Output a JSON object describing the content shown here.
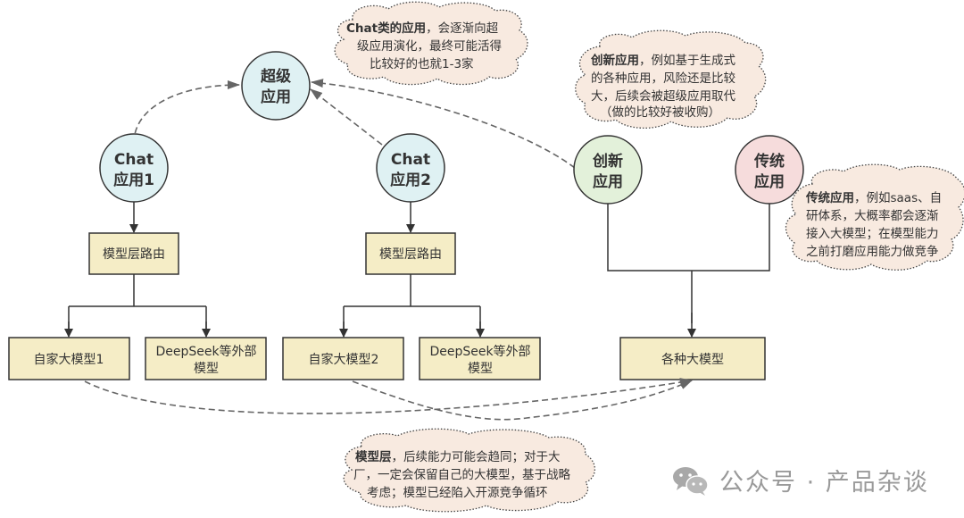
{
  "colors": {
    "circle_blue": "#dff1f3",
    "circle_green": "#e3f1da",
    "circle_pink": "#f6dcdc",
    "box_fill": "#f5edc6",
    "cloud_fill": "#f8eae0",
    "stroke": "#333333",
    "dashed": "#666666",
    "watermark": "#9a9a9a"
  },
  "nodes": {
    "super_app": [
      "超级",
      "应用"
    ],
    "chat_app_1": [
      "Chat",
      "应用1"
    ],
    "chat_app_2": [
      "Chat",
      "应用2"
    ],
    "innovative_app": [
      "创新",
      "应用"
    ],
    "traditional_app": [
      "传统",
      "应用"
    ],
    "router_1": "模型层路由",
    "router_2": "模型层路由",
    "own_model_1": "自家大模型1",
    "external_model_1": [
      "DeepSeek等外部",
      "模型"
    ],
    "own_model_2": "自家大模型2",
    "external_model_2": [
      "DeepSeek等外部",
      "模型"
    ],
    "various_models": "各种大模型"
  },
  "notes": {
    "chat_note": {
      "bold": "Chat类的应用",
      "lines": [
        "，会逐渐向超",
        "级应用演化，最终可能活得",
        "比较好的也就1-3家"
      ]
    },
    "innovative_note": {
      "bold": "创新应用",
      "lines": [
        "，例如基于生成式",
        "的各种应用，风险还是比较",
        "大，后续会被超级应用取代",
        "（做的比较好被收购）"
      ]
    },
    "traditional_note": {
      "bold": "传统应用",
      "lines": [
        "，例如saas、自",
        "研体系，大概率都会逐渐",
        "接入大模型；在模型能力",
        "之前打磨应用能力做竞争"
      ]
    },
    "model_layer_note": {
      "bold": "模型层",
      "lines": [
        "，后续能力可能会趋同；对于大",
        "厂，一定会保留自己的大模型，基于战略",
        "考虑；模型已经陷入开源竞争循环"
      ]
    }
  },
  "watermark": {
    "icon": "wechat-icon",
    "text": "公众号 · 产品杂谈"
  }
}
